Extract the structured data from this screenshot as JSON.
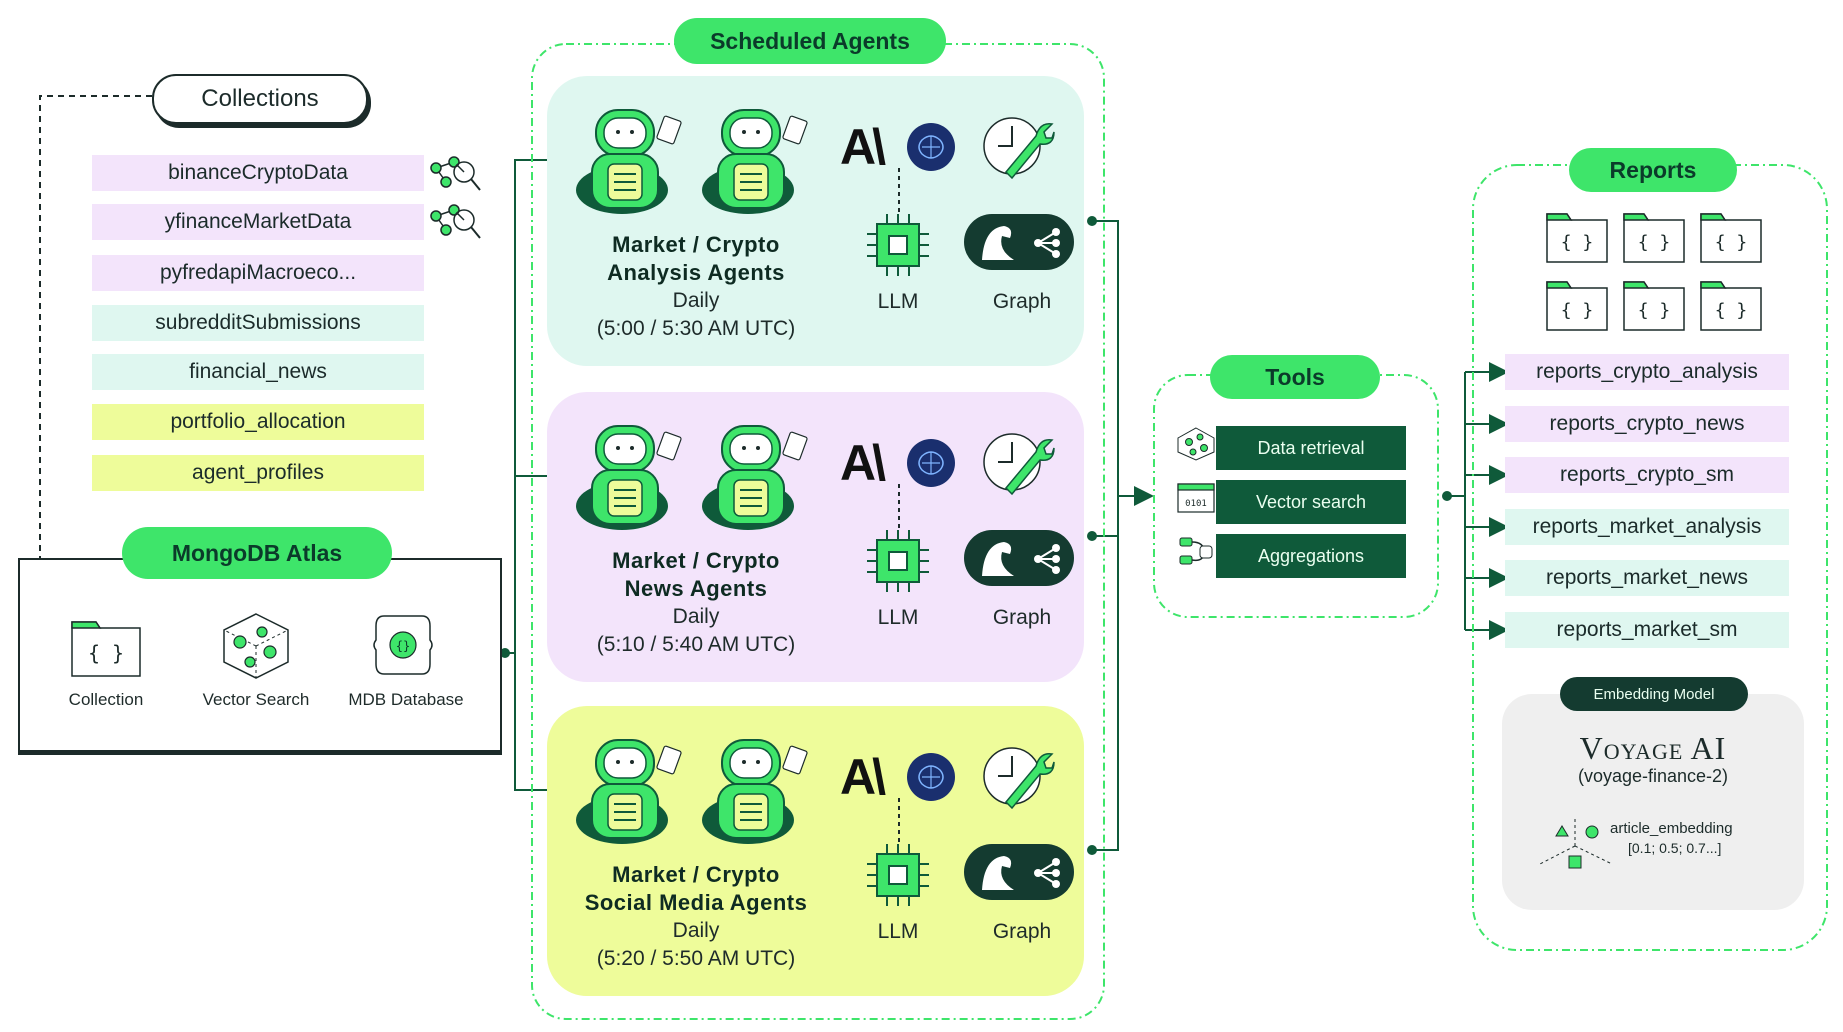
{
  "collections": {
    "title": "Collections",
    "items": [
      {
        "label": "binanceCryptoData",
        "color": "#f3e4fb"
      },
      {
        "label": "yfinanceMarketData",
        "color": "#f3e4fb"
      },
      {
        "label": "pyfredapiMacroeco...",
        "color": "#f3e4fb"
      },
      {
        "label": "subredditSubmissions",
        "color": "#dff7f0"
      },
      {
        "label": "financial_news",
        "color": "#dff7f0"
      },
      {
        "label": "portfolio_allocation",
        "color": "#eefc9a"
      },
      {
        "label": "agent_profiles",
        "color": "#eefc9a"
      }
    ]
  },
  "atlas": {
    "title": "MongoDB Atlas",
    "items": [
      {
        "label": "Collection",
        "icon": "folder-braces-icon"
      },
      {
        "label": "Vector Search",
        "icon": "vector-cube-icon"
      },
      {
        "label": "MDB Database",
        "icon": "database-icon"
      }
    ]
  },
  "scheduled": {
    "title": "Scheduled Agents",
    "agents": [
      {
        "name1": "Market / Crypto",
        "name2": "Analysis Agents",
        "freq": "Daily",
        "time": "(5:00 / 5:30 AM UTC)",
        "llm": "LLM",
        "graph": "Graph",
        "color": "#dff7f0"
      },
      {
        "name1": "Market / Crypto",
        "name2": "News Agents",
        "freq": "Daily",
        "time": "(5:10 / 5:40 AM UTC)",
        "llm": "LLM",
        "graph": "Graph",
        "color": "#f3e4fb"
      },
      {
        "name1": "Market / Crypto",
        "name2": "Social Media Agents",
        "freq": "Daily",
        "time": "(5:20 / 5:50 AM UTC)",
        "llm": "LLM",
        "graph": "Graph",
        "color": "#eefc9a"
      }
    ],
    "anthropic_logo": "A\\"
  },
  "tools": {
    "title": "Tools",
    "items": [
      {
        "label": "Data retrieval",
        "icon": "data-retrieval-icon"
      },
      {
        "label": "Vector search",
        "icon": "vector-search-icon"
      },
      {
        "label": "Aggregations",
        "icon": "aggregations-icon"
      }
    ]
  },
  "reports": {
    "title": "Reports",
    "folder_icon_text": "{ }",
    "items": [
      {
        "label": "reports_crypto_analysis",
        "color": "#f3e4fb"
      },
      {
        "label": "reports_crypto_news",
        "color": "#f3e4fb"
      },
      {
        "label": "reports_crypto_sm",
        "color": "#f3e4fb"
      },
      {
        "label": "reports_market_analysis",
        "color": "#dff7f0"
      },
      {
        "label": "reports_market_news",
        "color": "#dff7f0"
      },
      {
        "label": "reports_market_sm",
        "color": "#dff7f0"
      }
    ]
  },
  "embedding": {
    "badge": "Embedding Model",
    "brand": "Voyage AI",
    "model": "(voyage-finance-2)",
    "field": "article_embedding",
    "vector": "[0.1; 0.5; 0.7...]"
  },
  "colors": {
    "green": "#3ee56a",
    "dark_green": "#0f5a3a",
    "mint": "#dff7f0",
    "lavender": "#f3e4fb",
    "lime": "#eefc9a"
  }
}
